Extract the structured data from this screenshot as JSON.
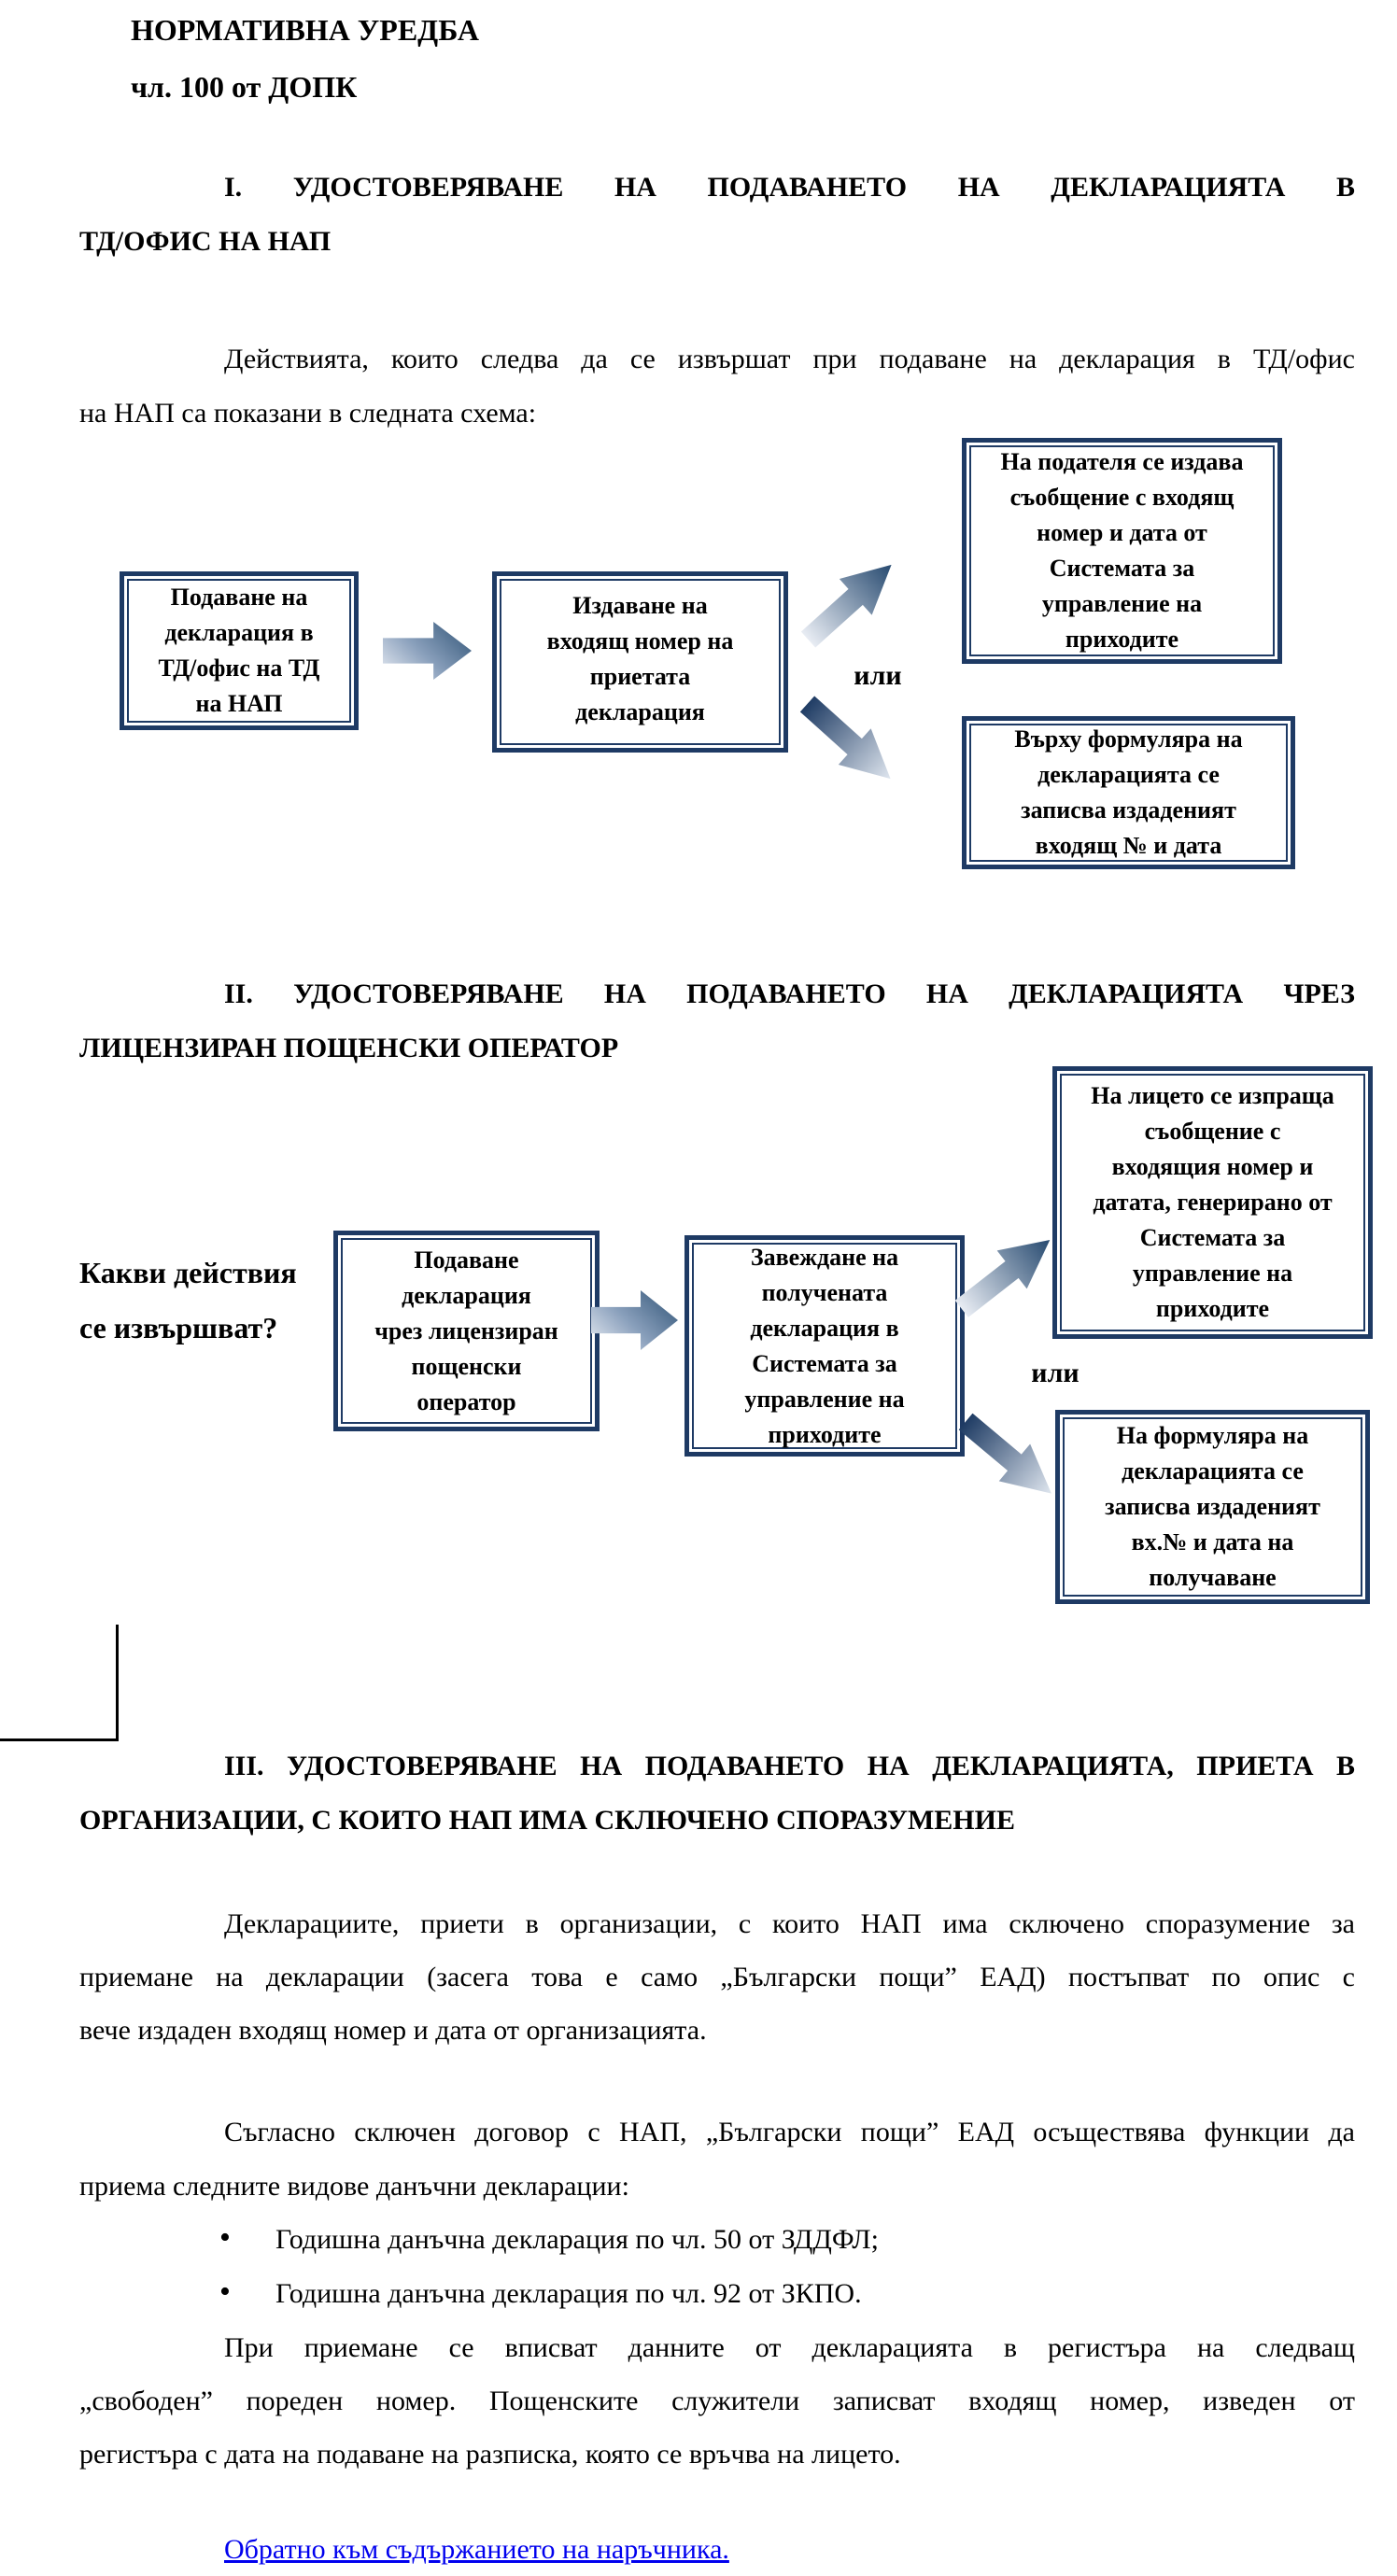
{
  "page": {
    "background": "#ffffff",
    "text_color": "#000000",
    "accent_navy": "#1e3a64",
    "link_color": "#0000ee",
    "arrow_dark": "#2d5174",
    "arrow_light": "#e9edf4"
  },
  "header": {
    "title_lines": "НОРМАТИВНА УРЕДБА\nчл. 100 от ДОПК"
  },
  "section1": {
    "heading_l1": "I. УДОСТОВЕРЯВАНЕ НА ПОДАВАНЕТО НА ДЕКЛАРАЦИЯТА В",
    "heading_l2": "ТД/ОФИС НА НАП",
    "intro_l1": "Действията, които следва да се извършат при подаване на декларация в ТД/офис",
    "intro_l2": "на НАП са показани в следната схема:"
  },
  "flowchart1": {
    "box1": "Подаване на\nдекларация в\nТД/офис на ТД\nна НАП",
    "box2": "Издаване на\nвходящ номер на\nприетата\nдекларация",
    "box3": "На подателя се издава\nсъобщение с входящ\nномер и дата от\nСистемата за\nуправление на\nприходите",
    "box4": "Върху формуляра на\nдекларацията се\nзаписва издаденият\nвходящ № и дата",
    "or_label": "или"
  },
  "section2": {
    "heading_l1": "II. УДОСТОВЕРЯВАНЕ НА ПОДАВАНЕТО НА ДЕКЛАРАЦИЯТА ЧРЕЗ",
    "heading_l2": "ЛИЦЕНЗИРАН ПОЩЕНСКИ ОПЕРАТОР",
    "side_label": "Какви действия\nсе извършват?"
  },
  "flowchart2": {
    "boxA": "Подаване\nдекларация\nчрез лицензиран\nпощенски\nоператор",
    "boxB": "Завеждане на\nполучената\nдекларация в\nСистемата за\nуправление на\nприходите",
    "boxC": "На лицето се изпраща\nсъобщение с\nвходящия номер и\nдатата, генерирано от\nСистемата за\nуправление на\nприходите",
    "boxD": "На формуляра на\nдекларацията се\nзаписва издаденият\nвх.№ и дата на\nполучаване",
    "or_label": "или"
  },
  "section3": {
    "heading_l1": "III. УДОСТОВЕРЯВАНЕ НА ПОДАВАНЕТО НА ДЕКЛАРАЦИЯТА, ПРИЕТА В",
    "heading_l2": "ОРГАНИЗАЦИИ, С КОИТО НАП ИМА СКЛЮЧЕНО СПОРАЗУМЕНИЕ",
    "p1_l1": "Декларациите, приети в организации, с които НАП има сключено споразумение за",
    "p1_l2": "приемане на декларации (засега това е само „Български пощи” ЕАД) постъпват по опис с",
    "p1_l3": "вече издаден входящ номер и дата от организацията.",
    "p2_l1": "Съгласно сключен договор с НАП, „Български пощи” ЕАД осъществява функции да",
    "p2_l2": "приема следните видове данъчни декларации:",
    "bullet1": "Годишна данъчна декларация по чл. 50 от ЗДДФЛ;",
    "bullet2": "Годишна данъчна декларация по чл. 92 от ЗКПО.",
    "p3_l1": "При приемане се вписват данните от декларацията в регистъра на следващ",
    "p3_l2": "„свободен” пореден номер. Пощенските служители записват входящ номер, изведен от",
    "p3_l3": "регистъра с дата на подаване на разписка, която се връчва на лицето.",
    "link_text": "Обратно към съдържанието на наръчника."
  }
}
